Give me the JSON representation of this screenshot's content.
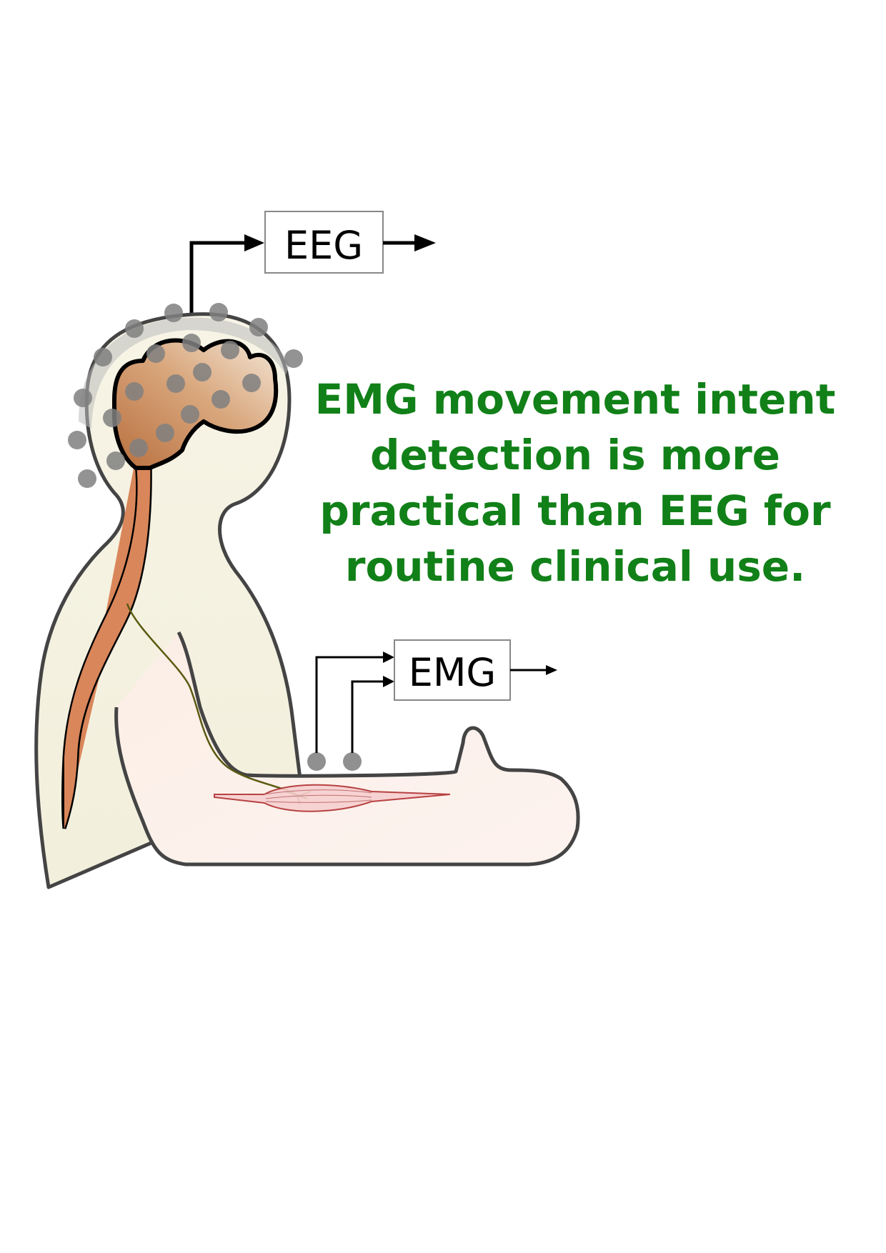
{
  "diagram": {
    "eeg_label": "EEG",
    "emg_label": "EMG",
    "headline": "EMG movement intent detection is more practical than EEG for routine clinical use.",
    "colors": {
      "headline": "#118018",
      "outline": "#444444",
      "body_fill": "#f6f3e3",
      "arm_fill": "#fcebe4",
      "brain_fill": "#c98a5a",
      "spinal_cord": "#d9865a",
      "electrode": "#808080",
      "nerve": "#5a5a10",
      "muscle": "#b03030"
    }
  }
}
